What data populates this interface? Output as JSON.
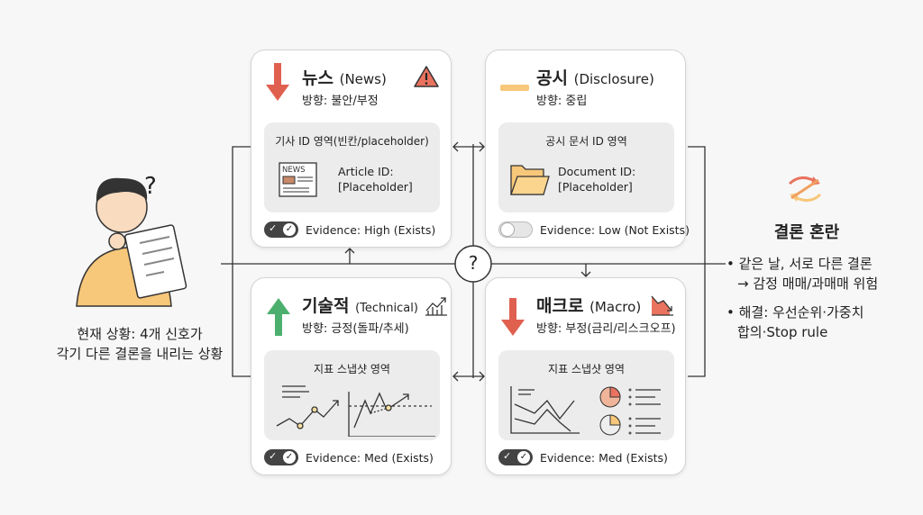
{
  "left": {
    "line1": "현재 상황: 4개 신호가",
    "line2": "각기 다른 결론을 내리는 상황",
    "question_mark": "?"
  },
  "center": {
    "question_mark": "?"
  },
  "cards": {
    "news": {
      "title_ko": "뉴스",
      "title_en": "(News)",
      "direction": "방향: 불안/부정",
      "area_title": "기사 ID 영역(빈칸/placeholder)",
      "icon_label": "NEWS",
      "id_label": "Article ID:",
      "id_value": "[Placeholder]",
      "evidence": "Evidence: High (Exists)",
      "evidence_on": true,
      "arrow": "down",
      "arrow_color": "#e06050",
      "icon": "warning-icon"
    },
    "disclosure": {
      "title_ko": "공시",
      "title_en": "(Disclosure)",
      "direction": "방향: 중립",
      "area_title": "공시 문서 ID 영역",
      "id_label": "Document ID:",
      "id_value": "[Placeholder]",
      "evidence": "Evidence: Low (Not Exists)",
      "evidence_on": false,
      "arrow": "neutral",
      "arrow_color": "#f7c77a",
      "icon": "folder-icon"
    },
    "technical": {
      "title_ko": "기술적",
      "title_en": "(Technical)",
      "direction": "방향: 긍정(돌파/추세)",
      "area_title": "지표 스냅샷 영역",
      "evidence": "Evidence: Med (Exists)",
      "evidence_on": true,
      "arrow": "up",
      "arrow_color": "#4caf6e",
      "icon": "chart-up-icon"
    },
    "macro": {
      "title_ko": "매크로",
      "title_en": "(Macro)",
      "direction": "방향: 부정(금리/리스크오프)",
      "area_title": "지표 스냅샷 영역",
      "evidence": "Evidence: Med (Exists)",
      "evidence_on": true,
      "arrow": "down",
      "arrow_color": "#e06050",
      "icon": "chart-down-icon"
    }
  },
  "right": {
    "title": "결론 혼란",
    "bullet1_line1": "• 같은 날, 서로 다른 결론",
    "bullet1_line2": "→ 감정 매매/과매매 위험",
    "bullet2_line1": "• 해결: 우선순위·가중치",
    "bullet2_line2": "합의·Stop rule"
  }
}
